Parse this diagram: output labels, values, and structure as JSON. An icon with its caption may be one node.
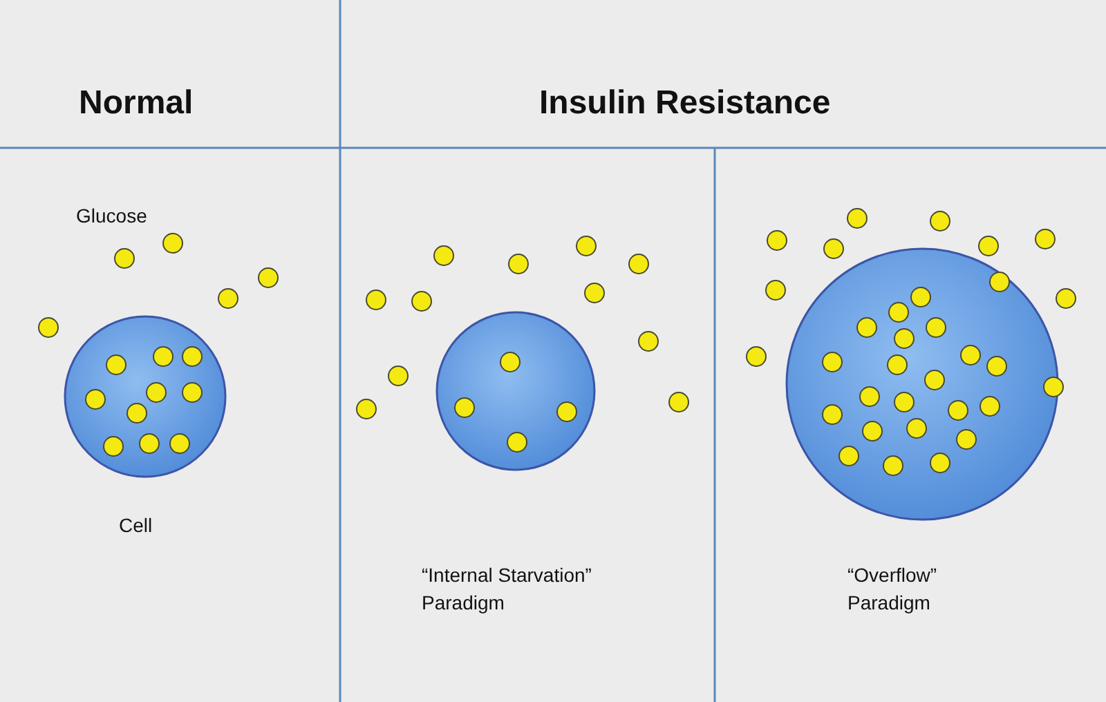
{
  "diagram": {
    "labels": [
      "Normal",
      "Insulin Resistance",
      "Glucose",
      "Cell",
      "“Internal Starvation” Paradigm",
      "“Overflow” Paradigm"
    ]
  }
}
